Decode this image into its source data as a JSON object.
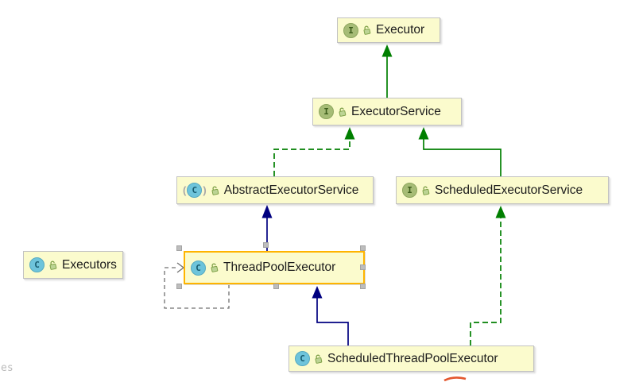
{
  "icons": {
    "interface_letter": "I",
    "class_letter": "C"
  },
  "diagram": {
    "nodes": {
      "executor": {
        "label": "Executor",
        "kind": "interface"
      },
      "executor_service": {
        "label": "ExecutorService",
        "kind": "interface"
      },
      "abstract_executor_service": {
        "label": "AbstractExecutorService",
        "kind": "abstract_class"
      },
      "scheduled_executor_service": {
        "label": "ScheduledExecutorService",
        "kind": "interface"
      },
      "executors": {
        "label": "Executors",
        "kind": "class"
      },
      "thread_pool_executor": {
        "label": "ThreadPoolExecutor",
        "kind": "class",
        "selected": true
      },
      "scheduled_thread_pool_executor": {
        "label": "ScheduledThreadPoolExecutor",
        "kind": "class"
      }
    },
    "edges": [
      {
        "from": "ExecutorService",
        "to": "Executor",
        "relation": "extends",
        "style": "solid",
        "color": "#007F00"
      },
      {
        "from": "AbstractExecutorService",
        "to": "ExecutorService",
        "relation": "implements",
        "style": "dashed",
        "color": "#007F00"
      },
      {
        "from": "ScheduledExecutorService",
        "to": "ExecutorService",
        "relation": "extends",
        "style": "solid",
        "color": "#007F00"
      },
      {
        "from": "ThreadPoolExecutor",
        "to": "AbstractExecutorService",
        "relation": "extends",
        "style": "solid",
        "color": "#000080"
      },
      {
        "from": "ScheduledThreadPoolExecutor",
        "to": "ThreadPoolExecutor",
        "relation": "extends",
        "style": "solid",
        "color": "#000080"
      },
      {
        "from": "ScheduledThreadPoolExecutor",
        "to": "ScheduledExecutorService",
        "relation": "implements",
        "style": "dashed",
        "color": "#007F00"
      },
      {
        "from": "ThreadPoolExecutor",
        "to": "ThreadPoolExecutor",
        "relation": "dependency",
        "style": "dashed",
        "color": "#707070"
      }
    ],
    "colors": {
      "node_fill": "#FBFBCD",
      "node_border": "#C2C2C2",
      "selection_border": "#FFB400",
      "interface_edge": "#007F00",
      "class_edge": "#000080",
      "dependency_edge": "#707070",
      "marker_accent": "#E4572E"
    },
    "stray_text": "es"
  }
}
